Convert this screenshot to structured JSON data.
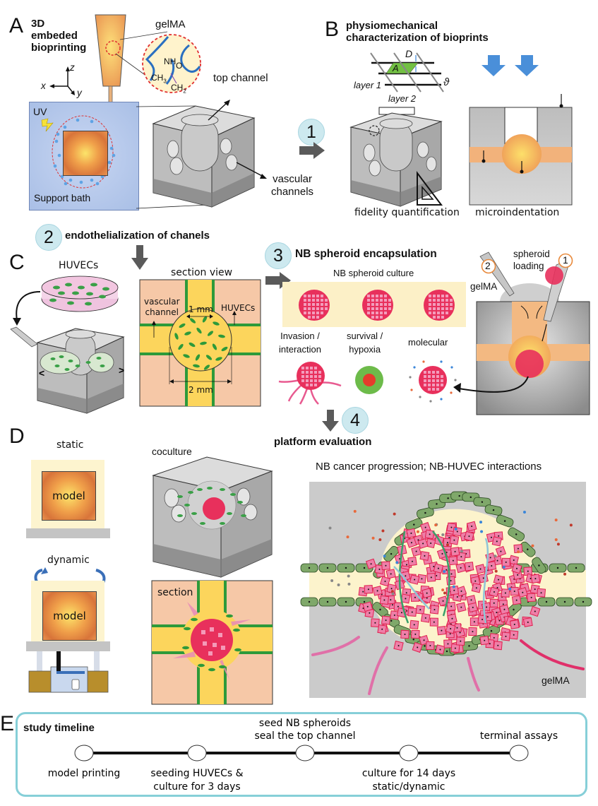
{
  "panels": {
    "A": {
      "letter": "A",
      "title": [
        "3D",
        "embeded",
        "bioprinting"
      ],
      "gel_label": "gelMA",
      "chem": {
        "nh": "NH",
        "o": "O",
        "ch3": "CH",
        "ch3_sub": "3",
        "ch2": "CH",
        "ch2_sub": "2"
      },
      "axes": {
        "x": "x",
        "y": "y",
        "z": "z"
      },
      "uv_label": "UV",
      "bath_label": "Support bath",
      "top_channel_label": "top channel",
      "vascular_label": [
        "vascular",
        "channels"
      ]
    },
    "B": {
      "letter": "B",
      "title": [
        "physiomechanical",
        "characterization of bioprints"
      ],
      "step": "1",
      "diagram_labels": {
        "D": "D",
        "A": "A",
        "theta": "ϑ",
        "layer1": "layer 1",
        "layer2": "layer 2"
      },
      "fidelity_label": "fidelity quantification",
      "microindent_label": "microindentation"
    },
    "C": {
      "letter": "C",
      "step2": "2",
      "step2_title": "endothelialization of chanels",
      "huvecs_label": "HUVECs",
      "section_view_label": "section view",
      "vascular_channel_label": [
        "vascular",
        "channel"
      ],
      "huvecs_section_label": "HUVECs",
      "dim_1mm": "1 mm",
      "dim_2mm": "2 mm",
      "step3": "3",
      "step3_title": "NB spheroid encapsulation",
      "culture_label": "NB spheroid culture",
      "assays": [
        {
          "label": [
            "Invasion /",
            "interaction"
          ]
        },
        {
          "label": [
            "survival /",
            "hypoxia"
          ]
        },
        {
          "label": [
            "molecular"
          ]
        }
      ],
      "loading_label": [
        "spheroid",
        "loading"
      ],
      "loading_step1": "1",
      "loading_step2": "2",
      "loading_gel": "gelMA"
    },
    "D": {
      "letter": "D",
      "step4": "4",
      "step4_title": "platform evaluation",
      "static_label": "static",
      "dynamic_label": "dynamic",
      "model_label": "model",
      "coculture_label": "coculture",
      "section_label": "section",
      "progression_title": "NB cancer progression; NB-HUVEC interactions",
      "gel_label": "gelMA"
    },
    "E": {
      "letter": "E",
      "title": "study timeline",
      "milestones": [
        {
          "label_above": [],
          "label_below": [
            "model printing"
          ]
        },
        {
          "label_above": [],
          "label_below": [
            "seeding HUVECs &",
            "culture for 3 days"
          ]
        },
        {
          "label_above": [
            "seed NB spheroids",
            "seal the top channel"
          ],
          "label_below": []
        },
        {
          "label_above": [],
          "label_below": [
            "culture for 14 days",
            "static/dynamic"
          ]
        },
        {
          "label_above": [
            "terminal assays"
          ],
          "label_below": []
        }
      ]
    }
  },
  "colors": {
    "step_circle": "#cde9ef",
    "timeline_border": "#86cfd8",
    "orange_model": "#e2873f",
    "yellow_channel": "#fcd55c",
    "peach_section": "#f6c8a7",
    "huvec_green": "#2d9a3a",
    "nb_pink": "#e8305c",
    "support_bath": "#a9bfe6",
    "arrow_gray": "#5a5a5a",
    "indent_blue": "#4a8fd9"
  }
}
